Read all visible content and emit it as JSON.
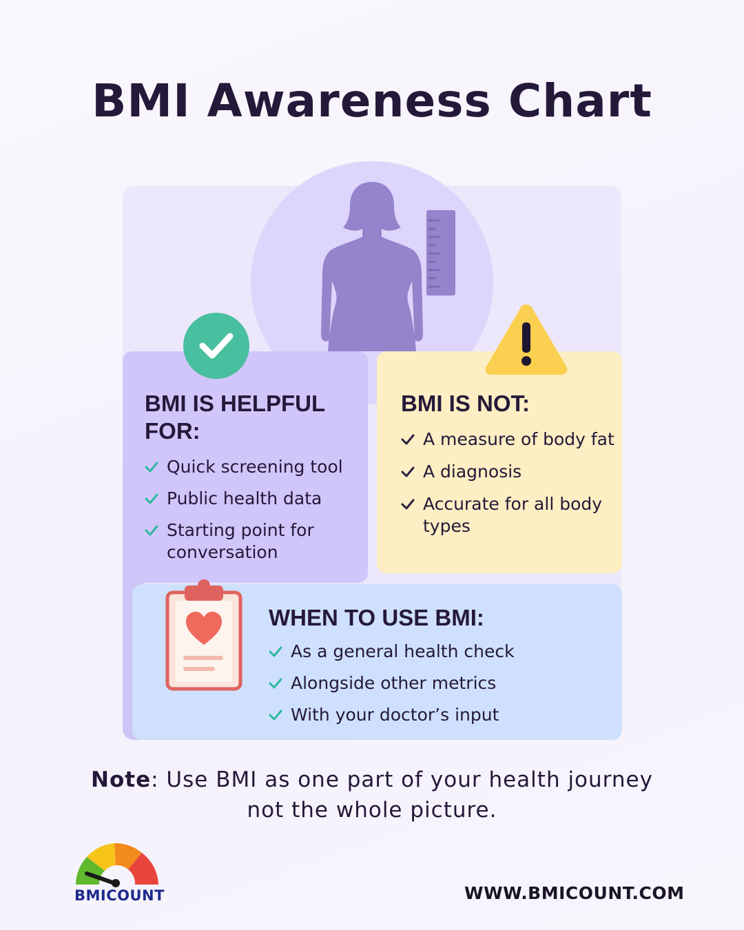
{
  "title": "BMI Awareness Chart",
  "helpful": {
    "heading": "BMI IS HELPFUL FOR:",
    "items": [
      "Quick screening tool",
      "Public health data",
      "Starting point for conversation"
    ]
  },
  "not": {
    "heading": "BMI IS NOT:",
    "items": [
      "A measure of body fat",
      "A diagnosis",
      "Accurate for all body types"
    ]
  },
  "when": {
    "heading": "WHEN TO USE BMI:",
    "items": [
      "As a general health check",
      "Alongside other metrics",
      "With your doctor’s input"
    ]
  },
  "note": {
    "label": "Note",
    "text": ": Use BMI as one part of your health journey not the whole picture."
  },
  "brand": {
    "logo_text": "BMICOUNT",
    "website": "WWW.BMICOUNT.COM"
  },
  "icons": {
    "figure": "woman-silhouette-icon",
    "ruler": "ruler-icon",
    "check_badge": "check-circle-icon",
    "warning": "warning-triangle-icon",
    "clipboard": "clipboard-heart-icon",
    "gauge": "gauge-logo-icon"
  },
  "colors": {
    "helpful_bg": "#d0c6fa",
    "not_bg": "#fdeec3",
    "when_bg": "#cfe0fc",
    "check_green": "#48bf9e",
    "warning_yellow": "#fbcf4f",
    "clipboard_red": "#e0625e"
  }
}
